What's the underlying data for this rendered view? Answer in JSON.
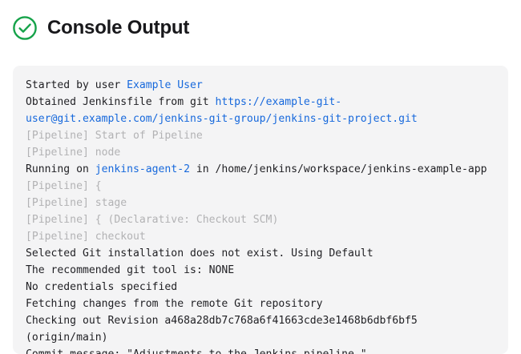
{
  "header": {
    "title": "Console Output",
    "status_icon": "check-circle-icon",
    "status_color": "#16a34a"
  },
  "theme": {
    "page_background": "#ffffff",
    "console_background": "#f4f4f5",
    "text_color": "#1f1f23",
    "link_color": "#1668dc",
    "muted_color": "#b2b2b4",
    "title_color": "#18181b"
  },
  "console": {
    "lines": [
      {
        "id": "line-1",
        "segments": [
          {
            "text": "Started by user ",
            "style": "plain"
          },
          {
            "text": "Example User",
            "style": "link"
          }
        ]
      },
      {
        "id": "line-2",
        "segments": [
          {
            "text": "Obtained Jenkinsfile from git ",
            "style": "plain"
          },
          {
            "text": "https://example-git-user@git.example.com/jenkins-git-group/jenkins-git-project.git",
            "style": "link"
          }
        ]
      },
      {
        "id": "line-3",
        "segments": [
          {
            "text": "[Pipeline] Start of Pipeline",
            "style": "muted"
          }
        ]
      },
      {
        "id": "line-4",
        "segments": [
          {
            "text": "[Pipeline] node",
            "style": "muted"
          }
        ]
      },
      {
        "id": "line-5",
        "segments": [
          {
            "text": "Running on ",
            "style": "plain"
          },
          {
            "text": "jenkins-agent-2",
            "style": "link"
          },
          {
            "text": " in /home/jenkins/workspace/jenkins-example-app",
            "style": "plain"
          }
        ]
      },
      {
        "id": "line-6",
        "segments": [
          {
            "text": "[Pipeline] {",
            "style": "muted"
          }
        ]
      },
      {
        "id": "line-7",
        "segments": [
          {
            "text": "[Pipeline] stage",
            "style": "muted"
          }
        ]
      },
      {
        "id": "line-8",
        "segments": [
          {
            "text": "[Pipeline] { (Declarative: Checkout SCM)",
            "style": "muted"
          }
        ]
      },
      {
        "id": "line-9",
        "segments": [
          {
            "text": "[Pipeline] checkout",
            "style": "muted"
          }
        ]
      },
      {
        "id": "line-10",
        "segments": [
          {
            "text": "Selected Git installation does not exist. Using Default",
            "style": "plain"
          }
        ]
      },
      {
        "id": "line-11",
        "segments": [
          {
            "text": "The recommended git tool is: NONE",
            "style": "plain"
          }
        ]
      },
      {
        "id": "line-12",
        "segments": [
          {
            "text": "No credentials specified",
            "style": "plain"
          }
        ]
      },
      {
        "id": "line-13",
        "segments": [
          {
            "text": "Fetching changes from the remote Git repository",
            "style": "plain"
          }
        ]
      },
      {
        "id": "line-14",
        "segments": [
          {
            "text": "Checking out Revision a468a28db7c768a6f41663cde3e1468b6dbf6bf5 (origin/main)",
            "style": "plain"
          }
        ]
      },
      {
        "id": "line-15",
        "segments": [
          {
            "text": "Commit message: \"Adjustments to the Jenkins pipeline.\"",
            "style": "plain"
          }
        ]
      }
    ]
  }
}
